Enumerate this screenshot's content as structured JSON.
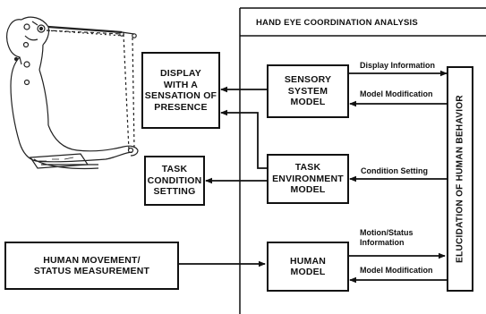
{
  "panel": {
    "title": "HAND EYE COORDINATION ANALYSIS"
  },
  "boxes": {
    "display": "DISPLAY\nWITH A\nSENSATION OF\nPRESENCE",
    "sensory": "SENSORY\nSYSTEM\nMODEL",
    "task_condition": "TASK\nCONDITION\nSETTING",
    "task_env": "TASK\nENVIRONMENT\nMODEL",
    "human_movement": "HUMAN MOVEMENT/\nSTATUS MEASUREMENT",
    "human_model": "HUMAN\nMODEL",
    "elucidation": "ELUCIDATION OF HUMAN BEHAVIOR"
  },
  "edges": {
    "display_information": "Display Information",
    "model_modification_top": "Model Modification",
    "condition_setting": "Condition Setting",
    "motion_status": "Motion/Status\nInformation",
    "model_modification_bottom": "Model Modification"
  },
  "figure": {
    "description_icon": "human-figure-icon"
  }
}
